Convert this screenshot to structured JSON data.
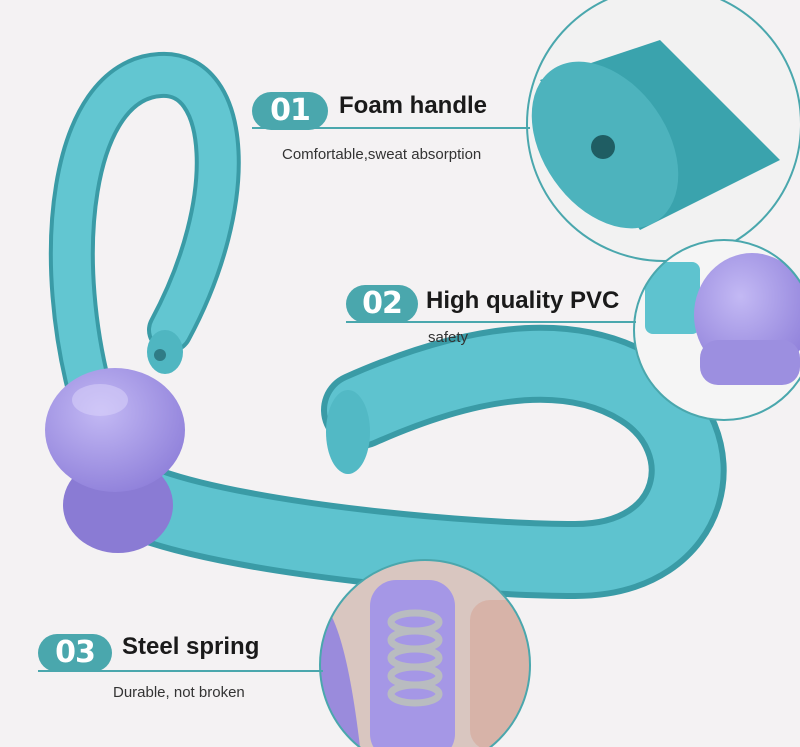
{
  "features": [
    {
      "number": "01",
      "title": "Foam handle",
      "desc": "Comfortable,sweat absorption",
      "detail_icon": "foam-tube-closeup-icon"
    },
    {
      "number": "02",
      "title": "High quality PVC",
      "desc": "safety",
      "detail_icon": "pvc-joint-closeup-icon"
    },
    {
      "number": "03",
      "title": "Steel spring",
      "desc": "Durable, not broken",
      "detail_icon": "steel-spring-closeup-icon"
    }
  ],
  "colors": {
    "background": "#f4f2f3",
    "accent_teal": "#4aa7ad",
    "foam": "#5ec3cf",
    "joint_purple": "#a99ce8",
    "spring_steel": "#b9bcc0"
  }
}
